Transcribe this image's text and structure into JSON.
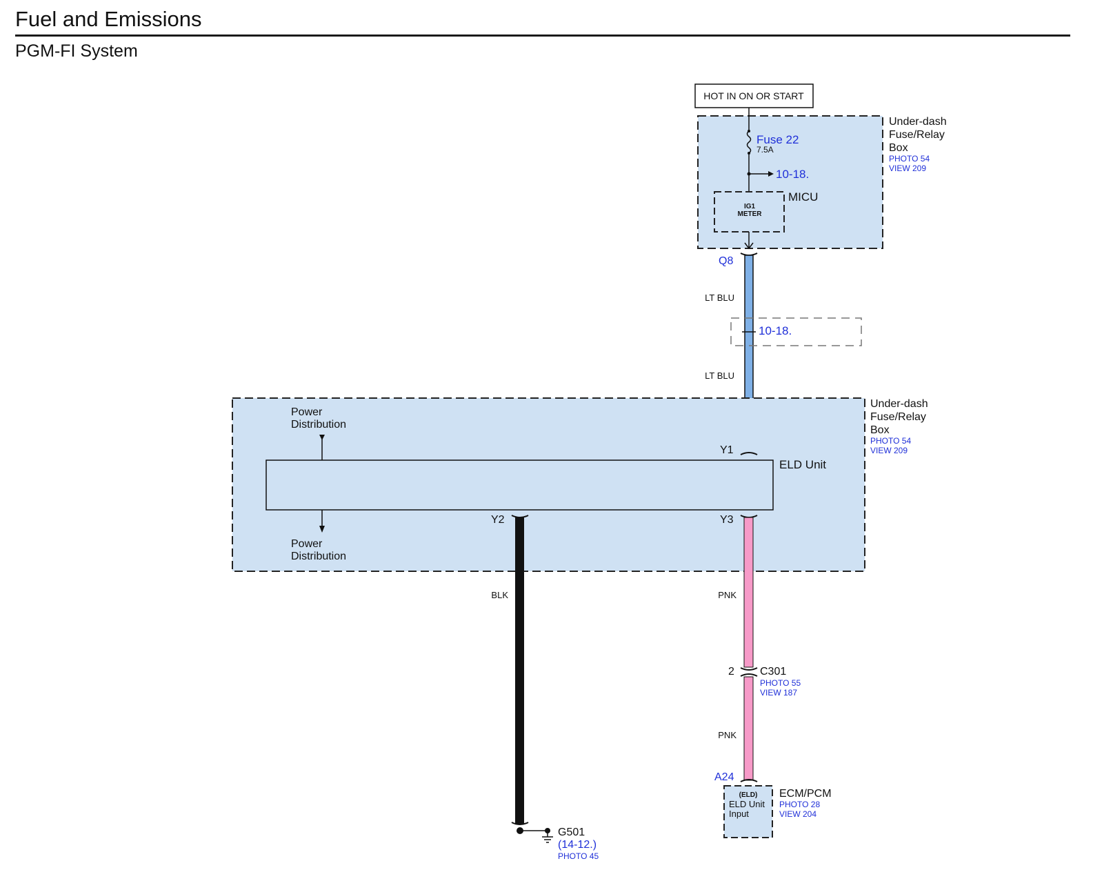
{
  "header": {
    "title": "Fuel and Emissions",
    "subtitle": "PGM-FI System"
  },
  "diagram": {
    "hot_label": "HOT IN ON OR START",
    "upper_box": {
      "name_line1": "Under-dash",
      "name_line2": "Fuse/Relay",
      "name_line3": "Box",
      "photo": "PHOTO 54",
      "view": "VIEW 209",
      "fuse_name": "Fuse 22",
      "fuse_rating": "7.5A",
      "branch_ref": "10-18.",
      "micu_label": "MICU",
      "micu_inner_line1": "IG1",
      "micu_inner_line2": "METER"
    },
    "q8_label": "Q8",
    "wire_upper_color1": "LT BLU",
    "splice_ref": "10-18.",
    "wire_upper_color2": "LT BLU",
    "lower_box": {
      "name_line1": "Under-dash",
      "name_line2": "Fuse/Relay",
      "name_line3": "Box",
      "photo": "PHOTO 54",
      "view": "VIEW 209",
      "power_dist_top_line1": "Power",
      "power_dist_top_line2": "Distribution",
      "power_dist_bottom_line1": "Power",
      "power_dist_bottom_line2": "Distribution",
      "y1": "Y1",
      "y2": "Y2",
      "y3": "Y3",
      "eld_unit": "ELD Unit"
    },
    "wire_blk": "BLK",
    "wire_pnk1": "PNK",
    "wire_pnk2": "PNK",
    "c301": {
      "pin": "2",
      "name": "C301",
      "photo": "PHOTO 55",
      "view": "VIEW 187"
    },
    "a24": "A24",
    "ecm": {
      "name": "ECM/PCM",
      "photo": "PHOTO 28",
      "view": "VIEW 204",
      "inner_line1": "(ELD)",
      "inner_line2": "ELD Unit",
      "inner_line3": "Input"
    },
    "ground": {
      "name": "G501",
      "ref": "(14-12.)",
      "photo": "PHOTO 45"
    },
    "colors": {
      "box_fill": "#cfe1f3",
      "wire_lt_blu": "#7fb0e6",
      "wire_pnk": "#f79ac8",
      "wire_blk": "#111111",
      "link_blue": "#1f2fd8"
    }
  }
}
